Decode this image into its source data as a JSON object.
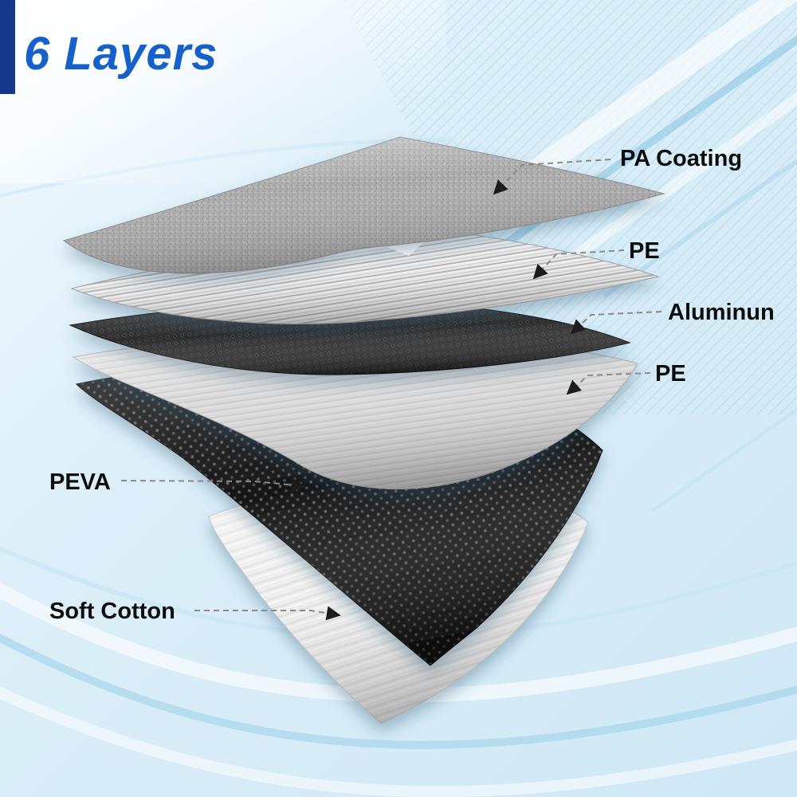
{
  "title": {
    "text": "6 Layers"
  },
  "colors": {
    "title_text": "#1661c9",
    "title_bar": "#15388d",
    "background": "#d9edf8",
    "label_text": "#0d0d0d",
    "leader_line": "#8a8a8a"
  },
  "layers": [
    {
      "label": "PA Coating",
      "side": "right",
      "texture": "rough-grain",
      "color": "#aeaeae"
    },
    {
      "label": "PE",
      "side": "right",
      "texture": "ridged-stripes",
      "color": "#ececec"
    },
    {
      "label": "Aluminun",
      "side": "right",
      "texture": "embossed-diamond",
      "color": "#2d2d2d"
    },
    {
      "label": "PE",
      "side": "right",
      "texture": "smooth-matte",
      "color": "#dadada"
    },
    {
      "label": "PEVA",
      "side": "left",
      "texture": "perforated-dots",
      "color": "#161616"
    },
    {
      "label": "Soft Cotton",
      "side": "left",
      "texture": "soft-fiber",
      "color": "#eeeeee"
    }
  ]
}
